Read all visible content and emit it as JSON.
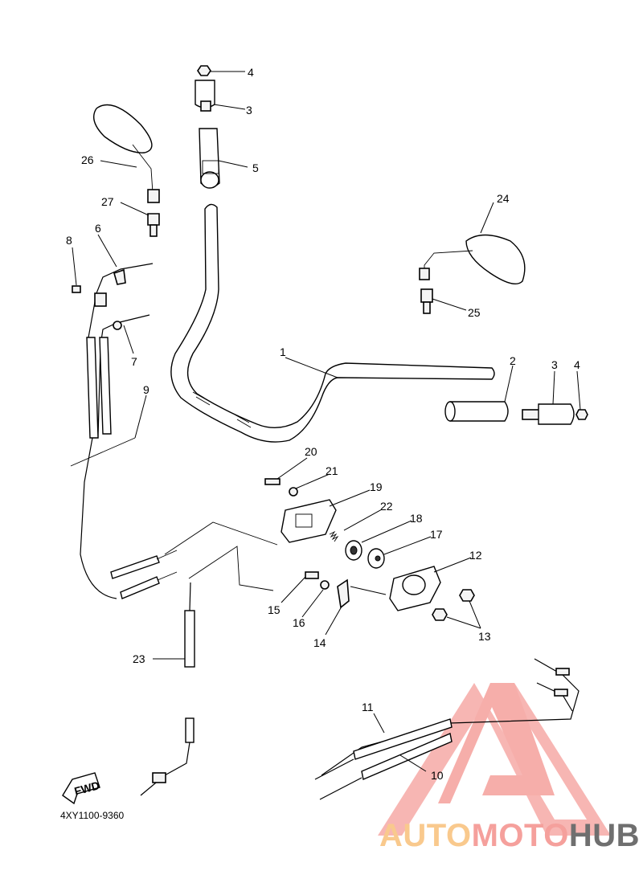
{
  "diagram_code": "4XY1100-9360",
  "fwd_label": "FWD",
  "watermark": {
    "part1": "AUTO",
    "part2": "MOTO",
    "part3": "HUB"
  },
  "colors": {
    "watermark_red": "#f5a09c",
    "watermark_orange": "#f9c98d",
    "watermark_gray": "#6f6f6f"
  },
  "callouts": [
    "1",
    "2",
    "3",
    "3",
    "4",
    "4",
    "5",
    "6",
    "7",
    "8",
    "9",
    "10",
    "11",
    "12",
    "13",
    "14",
    "15",
    "16",
    "17",
    "18",
    "19",
    "20",
    "21",
    "22",
    "23",
    "24",
    "25",
    "26",
    "27"
  ]
}
